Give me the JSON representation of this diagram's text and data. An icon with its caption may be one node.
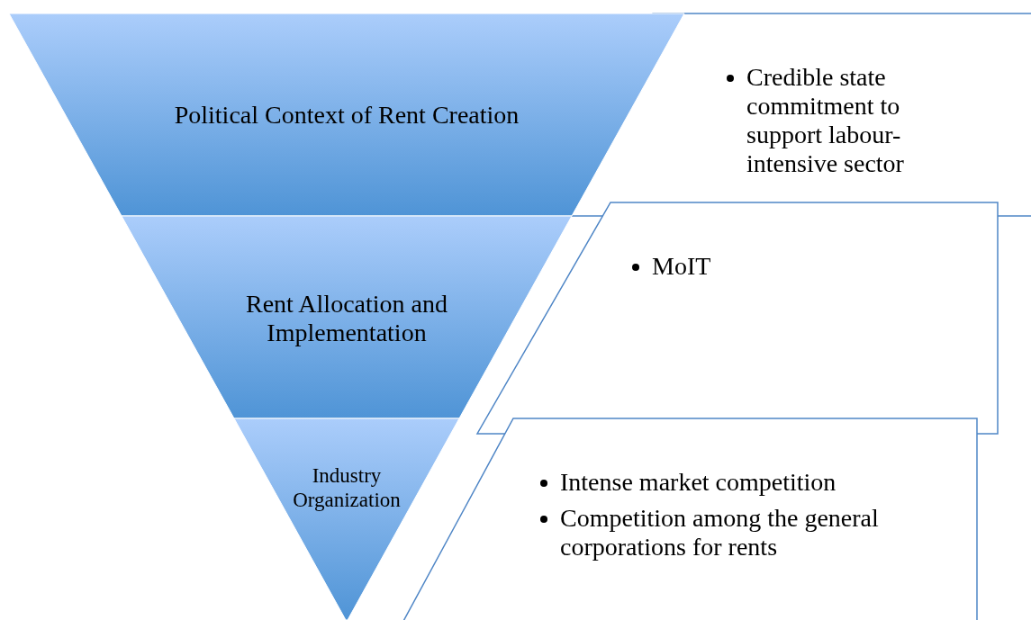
{
  "diagram": {
    "nodes": [
      {
        "text": [
          "Political Context of Rent Creation"
        ]
      },
      {
        "text": [
          "Credible state commitment to support labour-intensive sector"
        ]
      },
      {
        "text": [
          "Rent Allocation and Implementation"
        ]
      },
      {
        "text": [
          "MoIT"
        ]
      },
      {
        "text": [
          "Industry Organization"
        ]
      },
      {
        "text": [
          "Intense market competition",
          "Competition among the general corporations for rents"
        ]
      }
    ]
  }
}
